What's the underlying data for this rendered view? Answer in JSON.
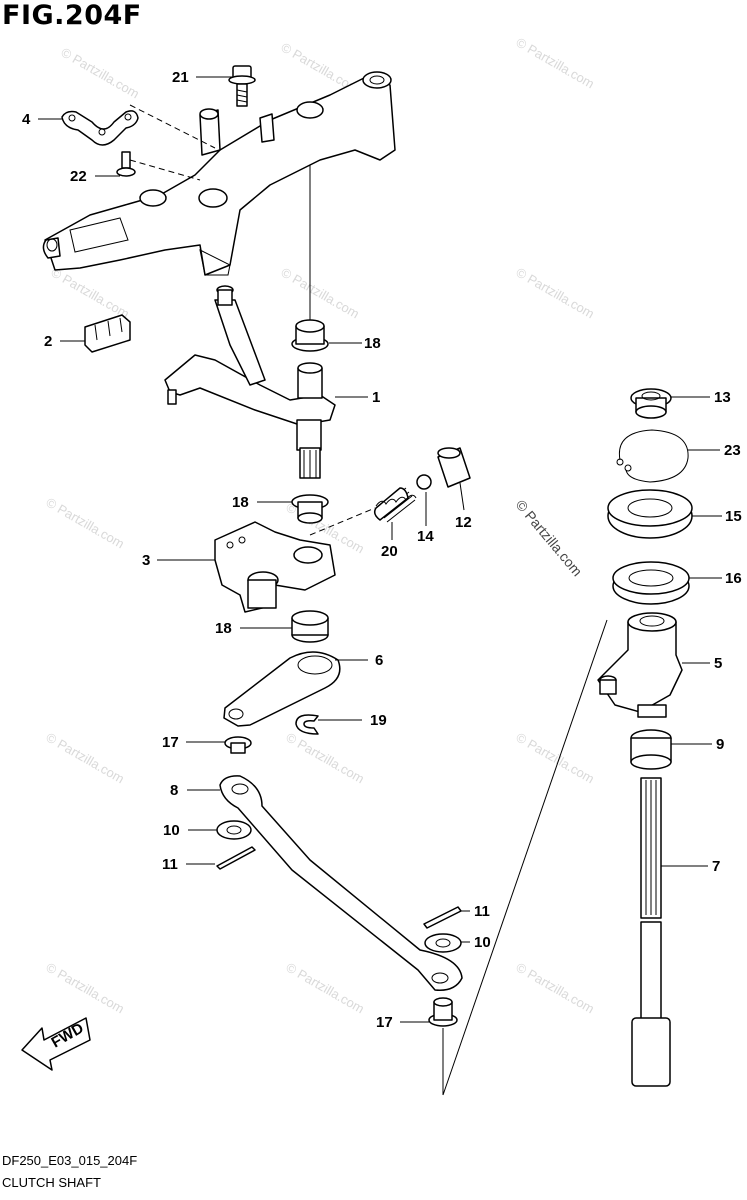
{
  "figure_title": "FIG.204F",
  "callout_labels": {
    "c21": "21",
    "c4": "4",
    "c22": "22",
    "c2": "2",
    "c18a": "18",
    "c1": "1",
    "c18b": "18",
    "c3": "3",
    "c20": "20",
    "c14": "14",
    "c12": "12",
    "c18c": "18",
    "c6": "6",
    "c19": "19",
    "c17a": "17",
    "c8": "8",
    "c10a": "10",
    "c11a": "11",
    "c11b": "11",
    "c10b": "10",
    "c17b": "17",
    "c13": "13",
    "c23": "23",
    "c15": "15",
    "c16": "16",
    "c5": "5",
    "c9": "9",
    "c7": "7"
  },
  "watermark_text": "© Partzilla.com",
  "fwd_label": "FWD",
  "footer": {
    "code": "DF250_E03_015_204F",
    "caption": "CLUTCH SHAFT"
  }
}
